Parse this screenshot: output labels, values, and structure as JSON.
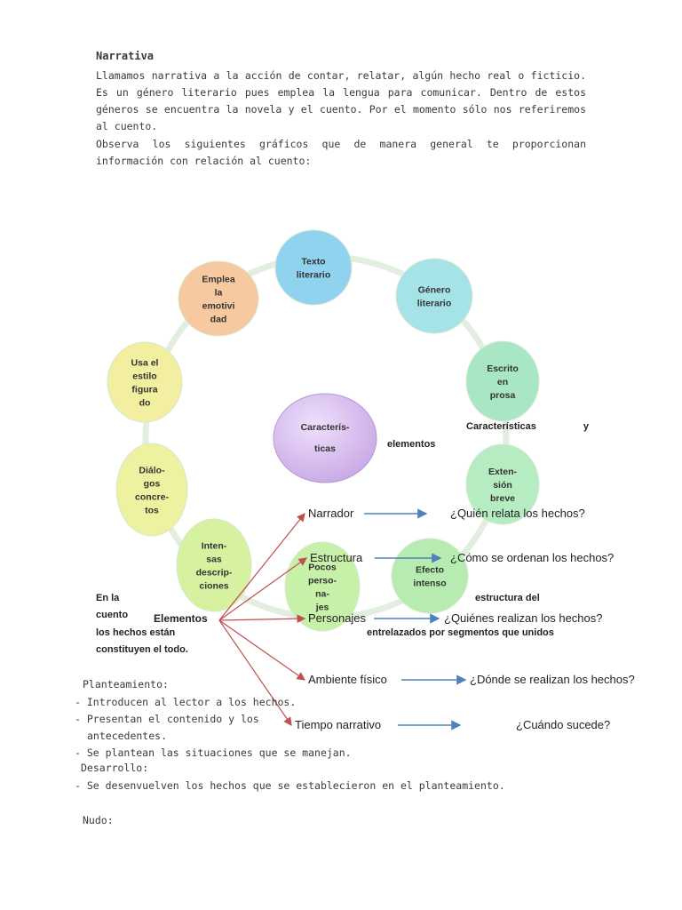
{
  "heading": "Narrativa",
  "intro": "Llamamos narrativa a la acción de contar, relatar, algún hecho real o ficticio. Es un género literario pues emplea la lengua para comunicar. Dentro de estos géneros se encuentra la novela y el cuento. Por el momento sólo nos referiremos al cuento.",
  "instruction": "Observa los siguientes gráficos que de manera general te proporcionan información con relación al cuento:",
  "cycle": {
    "center": [
      "Caracterís-",
      "ticas"
    ],
    "nodes": [
      {
        "lines": [
          "Texto",
          "literario"
        ],
        "color": "#8fd3ef"
      },
      {
        "lines": [
          "Género",
          "literario"
        ],
        "color": "#a6e3e9"
      },
      {
        "lines": [
          "Escrito",
          "en",
          "prosa"
        ],
        "color": "#a8e6c4"
      },
      {
        "lines": [
          "Exten-",
          "sión",
          "breve"
        ],
        "color": "#b5ecc1"
      },
      {
        "lines": [
          "Efecto",
          "intenso"
        ],
        "color": "#b6ecb0"
      },
      {
        "lines": [
          "Pocos",
          "perso-",
          "na-",
          "jes"
        ],
        "color": "#c7f0a8"
      },
      {
        "lines": [
          "Inten-",
          "sas",
          "descrip-",
          "ciones"
        ],
        "color": "#d6f2a0"
      },
      {
        "lines": [
          "Diálo-",
          "gos",
          "concre-",
          "tos"
        ],
        "color": "#eef2a0"
      },
      {
        "lines": [
          "Usa el",
          "estilo",
          "figura",
          "do"
        ],
        "color": "#f3efa0"
      },
      {
        "lines": [
          "Emplea",
          "la",
          "emotivi",
          "dad"
        ],
        "color": "#f6c9a0"
      }
    ]
  },
  "side_caption": {
    "line1": "Características y",
    "line2": "elementos"
  },
  "elements_label": "Elementos",
  "elements": [
    {
      "name": "Narrador",
      "question": "¿Quién relata los hechos?"
    },
    {
      "name": "Estructura",
      "question": "¿Cómo se ordenan los hechos?"
    },
    {
      "name": "Personajes",
      "question": "¿Quiénes realizan los hechos?"
    },
    {
      "name": "Ambiente físico",
      "question": "¿Dónde se realizan los hechos?"
    },
    {
      "name": "Tiempo narrativo",
      "question": "¿Cuándo sucede?"
    }
  ],
  "structure_note": {
    "p1": "En la",
    "p2": "estructura del",
    "p3": "cuento",
    "p4": "los hechos están",
    "p5": "entrelazados por segmentos que unidos",
    "p6": "constituyen el todo."
  },
  "planteamiento": {
    "heading": "Planteamiento:",
    "items": [
      "Introducen al lector a los hechos.",
      "Presentan el contenido y los antecedentes.",
      "Se plantean las situaciones que se manejan."
    ]
  },
  "desarrollo": {
    "heading": "Desarrollo:",
    "items": [
      "Se desenvuelven los hechos que se establecieron en el planteamiento."
    ]
  },
  "nudo": {
    "heading": "Nudo:"
  },
  "colors": {
    "red_arrow": "#c0504d",
    "blue_arrow": "#4f81bd",
    "center_fill": "#d9c2ef"
  }
}
